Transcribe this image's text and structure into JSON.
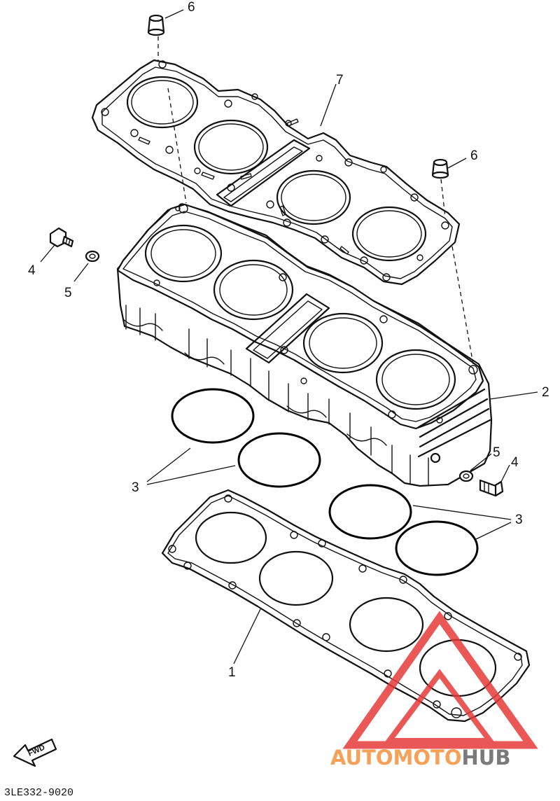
{
  "diagram": {
    "reference_code": "3LE332-9020",
    "fwd_label": "FWD",
    "callouts": {
      "head_gasket": "7",
      "cylinder": "2",
      "o_ring_left": "3",
      "o_ring_right": "3",
      "base_gasket": "1",
      "bolt_left": "4",
      "bolt_right": "4",
      "washer_left": "5",
      "washer_right": "5",
      "dowel_top": "6",
      "dowel_right": "6"
    }
  },
  "watermark": {
    "brand_part1": "AUTO",
    "brand_part2": "MOTO",
    "brand_part3": "HUB",
    "color_orange": "#f5a15a",
    "color_red": "#e63a3a",
    "color_gray": "#7a7a7a"
  }
}
